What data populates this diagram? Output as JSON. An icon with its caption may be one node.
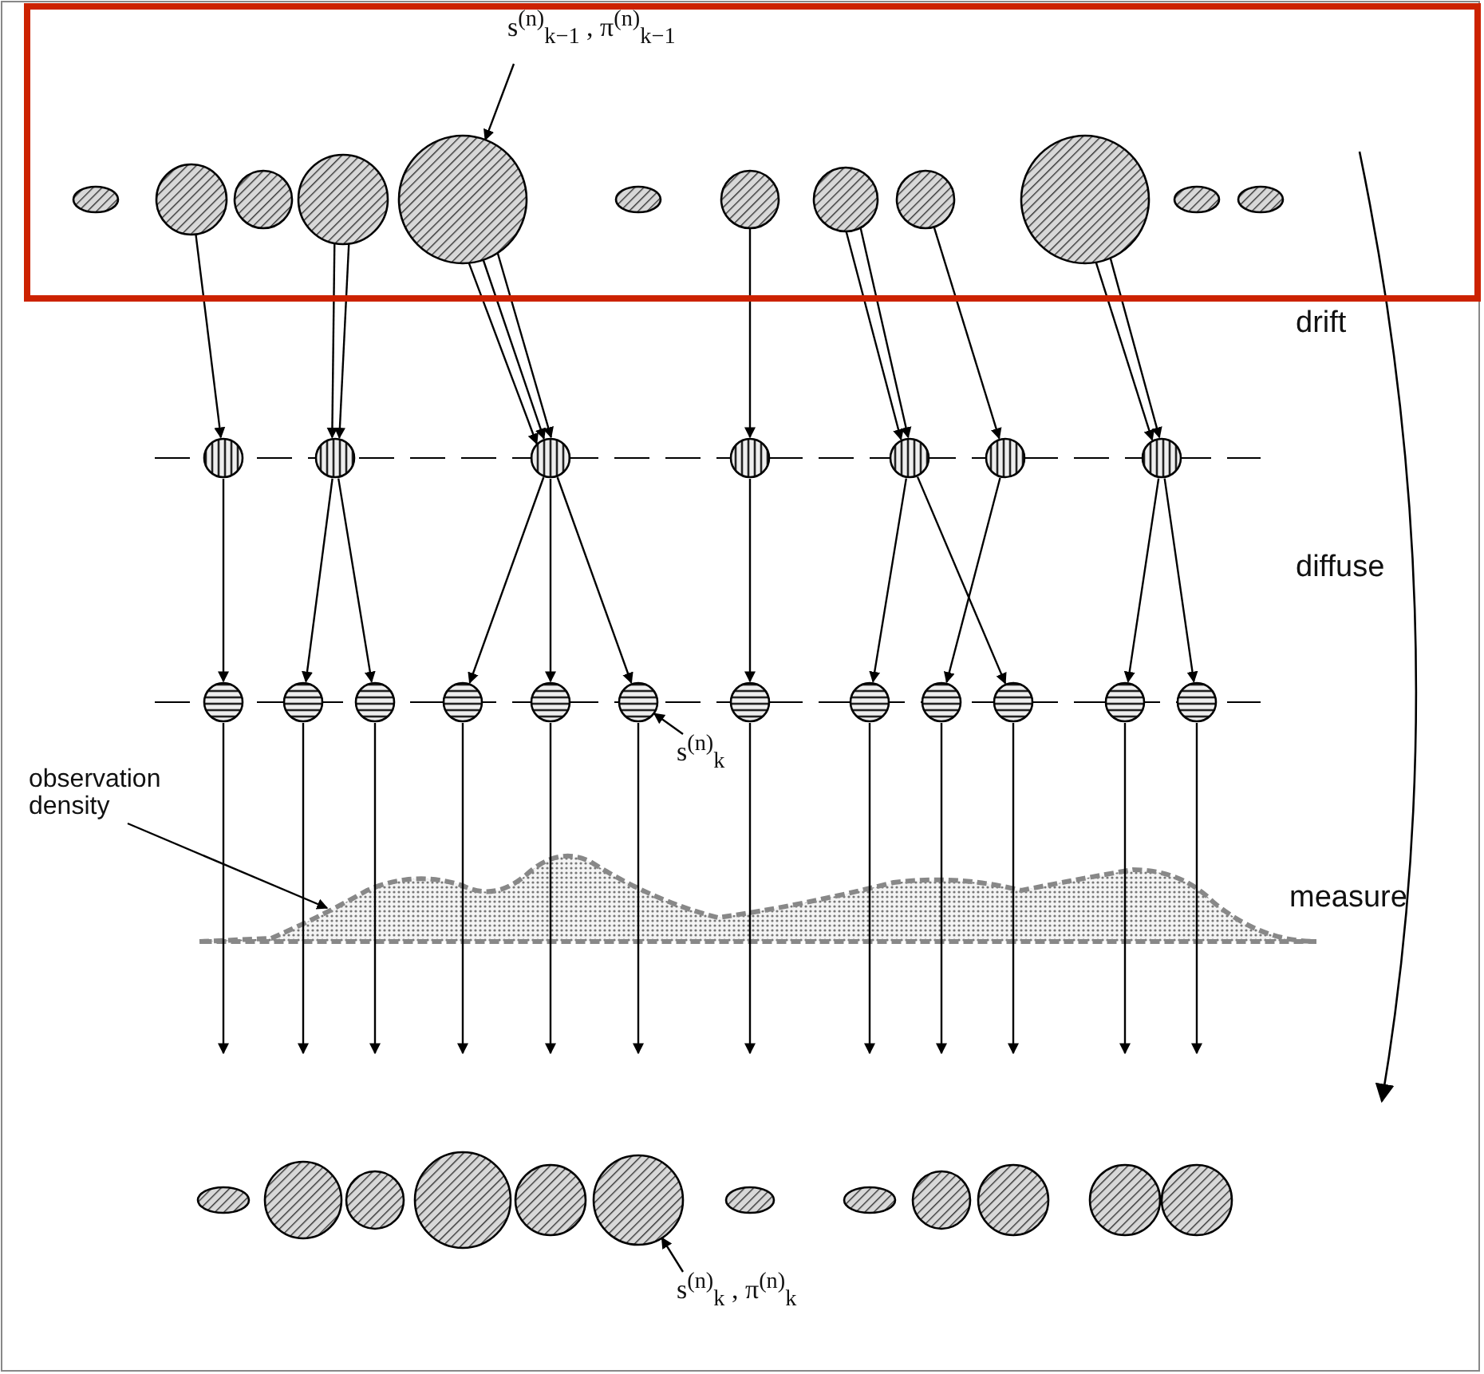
{
  "diagram": {
    "nodes": [
      {
        "text": [
          "s$^{(n)}$$_{k−1}$ , π$^{(n)}$$_{k−1}$"
        ]
      },
      {
        "text": [],
        "shape": "ellipse"
      },
      {
        "text": [],
        "shape": "circle"
      },
      {
        "text": [],
        "shape": "circle"
      },
      {
        "text": [],
        "shape": "circle"
      },
      {
        "text": [],
        "shape": "circle"
      },
      {
        "text": [],
        "shape": "ellipse"
      },
      {
        "text": [],
        "shape": "circle"
      },
      {
        "text": [],
        "shape": "circle"
      },
      {
        "text": [],
        "shape": "circle"
      },
      {
        "text": [],
        "shape": "circle"
      },
      {
        "text": [],
        "shape": "ellipse"
      },
      {
        "text": [],
        "shape": "ellipse"
      },
      {
        "text": [],
        "shape": "circle"
      },
      {
        "text": [],
        "shape": "circle"
      },
      {
        "text": [],
        "shape": "circle"
      },
      {
        "text": [],
        "shape": "circle"
      },
      {
        "text": [],
        "shape": "circle"
      },
      {
        "text": [],
        "shape": "circle"
      },
      {
        "text": [],
        "shape": "circle"
      },
      {
        "text": [],
        "shape": "circle"
      },
      {
        "text": [],
        "shape": "circle"
      },
      {
        "text": [],
        "shape": "circle"
      },
      {
        "text": [],
        "shape": "circle"
      },
      {
        "text": [],
        "shape": "circle"
      },
      {
        "text": [],
        "shape": "circle"
      },
      {
        "text": [],
        "shape": "circle"
      },
      {
        "text": [],
        "shape": "circle"
      },
      {
        "text": [],
        "shape": "circle"
      },
      {
        "text": [],
        "shape": "circle"
      },
      {
        "text": [],
        "shape": "circle"
      },
      {
        "text": [],
        "shape": "circle"
      },
      {
        "text": [
          "s$^{(n)}$$_{k}$"
        ]
      },
      {
        "text": [
          "observation density"
        ]
      },
      {
        "text": [],
        "shape": "curve"
      },
      {
        "text": [],
        "shape": "ellipse"
      },
      {
        "text": [],
        "shape": "circle"
      },
      {
        "text": [],
        "shape": "circle"
      },
      {
        "text": [],
        "shape": "circle"
      },
      {
        "text": [],
        "shape": "circle"
      },
      {
        "text": [],
        "shape": "circle"
      },
      {
        "text": [],
        "shape": "ellipse"
      },
      {
        "text": [],
        "shape": "ellipse"
      },
      {
        "text": [],
        "shape": "circle"
      },
      {
        "text": [],
        "shape": "circle"
      },
      {
        "text": [],
        "shape": "circle"
      },
      {
        "text": [],
        "shape": "circle"
      },
      {
        "text": [
          "s$^{(n)}$$_{k}$ , π$^{(n)}$$_{k}$"
        ]
      }
    ],
    "edges": [
      {
        "from": 0,
        "to": 5,
        "arrow": "to"
      },
      {
        "from": 2,
        "to": 13,
        "arrow": "to"
      },
      {
        "from": 4,
        "to": 14,
        "arrow": "to"
      },
      {
        "from": 4,
        "to": 14,
        "arrow": "to"
      },
      {
        "from": 5,
        "to": 15,
        "arrow": "to"
      },
      {
        "from": 5,
        "to": 15,
        "arrow": "to"
      },
      {
        "from": 5,
        "to": 15,
        "arrow": "to"
      },
      {
        "from": 7,
        "to": 16,
        "arrow": "to"
      },
      {
        "from": 8,
        "to": 17,
        "arrow": "to"
      },
      {
        "from": 8,
        "to": 17,
        "arrow": "to"
      },
      {
        "from": 9,
        "to": 18,
        "arrow": "to"
      },
      {
        "from": 10,
        "to": 19,
        "arrow": "to"
      },
      {
        "from": 10,
        "to": 19,
        "arrow": "to"
      },
      {
        "from": 13,
        "to": 20,
        "arrow": "to"
      },
      {
        "from": 14,
        "to": 21,
        "arrow": "to"
      },
      {
        "from": 14,
        "to": 22,
        "arrow": "to"
      },
      {
        "from": 15,
        "to": 23,
        "arrow": "to"
      },
      {
        "from": 15,
        "to": 24,
        "arrow": "to"
      },
      {
        "from": 15,
        "to": 25,
        "arrow": "to"
      },
      {
        "from": 16,
        "to": 26,
        "arrow": "to"
      },
      {
        "from": 17,
        "to": 27,
        "arrow": "to"
      },
      {
        "from": 17,
        "to": 29,
        "arrow": "to"
      },
      {
        "from": 18,
        "to": 28,
        "arrow": "to"
      },
      {
        "from": 19,
        "to": 30,
        "arrow": "to"
      },
      {
        "from": 19,
        "to": 31,
        "arrow": "to"
      },
      {
        "from": 32,
        "to": 25,
        "arrow": "to"
      },
      {
        "from": 33,
        "to": 34,
        "arrow": "to"
      },
      {
        "from": 20,
        "to": null,
        "arrow": "to"
      },
      {
        "from": 21,
        "to": null,
        "arrow": "to"
      },
      {
        "from": 22,
        "to": null,
        "arrow": "to"
      },
      {
        "from": 23,
        "to": null,
        "arrow": "to"
      },
      {
        "from": 24,
        "to": null,
        "arrow": "to"
      },
      {
        "from": 25,
        "to": null,
        "arrow": "to"
      },
      {
        "from": 26,
        "to": null,
        "arrow": "to"
      },
      {
        "from": 27,
        "to": null,
        "arrow": "to"
      },
      {
        "from": 28,
        "to": null,
        "arrow": "to"
      },
      {
        "from": 29,
        "to": null,
        "arrow": "to"
      },
      {
        "from": 30,
        "to": null,
        "arrow": "to"
      },
      {
        "from": 31,
        "to": null,
        "arrow": "to"
      },
      {
        "from": 47,
        "to": 40,
        "arrow": "to"
      }
    ],
    "labels": [
      "drift",
      "diffuse",
      "measure"
    ]
  }
}
